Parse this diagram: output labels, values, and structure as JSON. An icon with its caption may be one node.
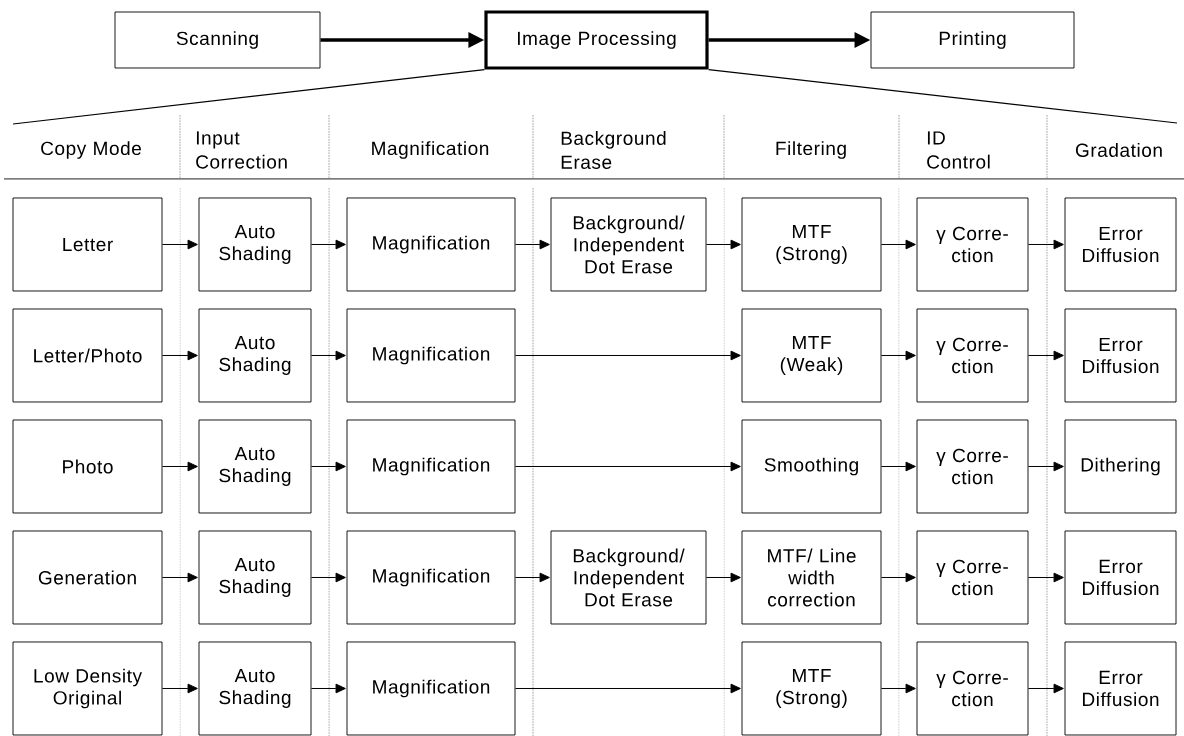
{
  "diagram": {
    "nodes": [
      {
        "text": [
          "Scanning"
        ]
      },
      {
        "text": [
          "Image Processing"
        ]
      },
      {
        "text": [
          "Printing"
        ]
      },
      {
        "text": [
          "Letter"
        ]
      },
      {
        "text": [
          "Auto Shading"
        ]
      },
      {
        "text": [
          "Magnification"
        ]
      },
      {
        "text": [
          "Background/ Independent Dot Erase"
        ]
      },
      {
        "text": [
          "MTF (Strong)"
        ]
      },
      {
        "text": [
          "γ Corre- ction"
        ]
      },
      {
        "text": [
          "Error Diffusion"
        ]
      },
      {
        "text": [
          "Letter/Photo"
        ]
      },
      {
        "text": [
          "Auto Shading"
        ]
      },
      {
        "text": [
          "Magnification"
        ]
      },
      {
        "text": [
          "MTF (Weak)"
        ]
      },
      {
        "text": [
          "γ Corre- ction"
        ]
      },
      {
        "text": [
          "Error Diffusion"
        ]
      },
      {
        "text": [
          "Photo"
        ]
      },
      {
        "text": [
          "Auto Shading"
        ]
      },
      {
        "text": [
          "Magnification"
        ]
      },
      {
        "text": [
          "Smoothing"
        ]
      },
      {
        "text": [
          "γ Corre- ction"
        ]
      },
      {
        "text": [
          "Dithering"
        ]
      },
      {
        "text": [
          "Generation"
        ]
      },
      {
        "text": [
          "Auto Shading"
        ]
      },
      {
        "text": [
          "Magnification"
        ]
      },
      {
        "text": [
          "Background/ Independent Dot Erase"
        ]
      },
      {
        "text": [
          "MTF/ Line width correction"
        ]
      },
      {
        "text": [
          "γ Corre- ction"
        ]
      },
      {
        "text": [
          "Error Diffusion"
        ]
      },
      {
        "text": [
          "Low Density Original"
        ]
      },
      {
        "text": [
          "Auto Shading"
        ]
      },
      {
        "text": [
          "Magnification"
        ]
      },
      {
        "text": [
          "MTF (Strong)"
        ]
      },
      {
        "text": [
          "γ Corre- ction"
        ]
      },
      {
        "text": [
          "Error Diffusion"
        ]
      }
    ],
    "edges": [
      {
        "from": 0,
        "to": 1,
        "arrow": "to",
        "style": "thick"
      },
      {
        "from": 1,
        "to": 2,
        "arrow": "to",
        "style": "thick"
      },
      {
        "from": 3,
        "to": 4,
        "arrow": "to"
      },
      {
        "from": 4,
        "to": 5,
        "arrow": "to"
      },
      {
        "from": 5,
        "to": 6,
        "arrow": "to"
      },
      {
        "from": 6,
        "to": 7,
        "arrow": "to"
      },
      {
        "from": 7,
        "to": 8,
        "arrow": "to"
      },
      {
        "from": 8,
        "to": 9,
        "arrow": "to"
      },
      {
        "from": 10,
        "to": 11,
        "arrow": "to"
      },
      {
        "from": 11,
        "to": 12,
        "arrow": "to"
      },
      {
        "from": 12,
        "to": 13,
        "arrow": "to"
      },
      {
        "from": 13,
        "to": 14,
        "arrow": "to"
      },
      {
        "from": 14,
        "to": 15,
        "arrow": "to"
      },
      {
        "from": 16,
        "to": 17,
        "arrow": "to"
      },
      {
        "from": 17,
        "to": 18,
        "arrow": "to"
      },
      {
        "from": 18,
        "to": 19,
        "arrow": "to"
      },
      {
        "from": 19,
        "to": 20,
        "arrow": "to"
      },
      {
        "from": 20,
        "to": 21,
        "arrow": "to"
      },
      {
        "from": 22,
        "to": 23,
        "arrow": "to"
      },
      {
        "from": 23,
        "to": 24,
        "arrow": "to"
      },
      {
        "from": 24,
        "to": 25,
        "arrow": "to"
      },
      {
        "from": 25,
        "to": 26,
        "arrow": "to"
      },
      {
        "from": 26,
        "to": 27,
        "arrow": "to"
      },
      {
        "from": 27,
        "to": 28,
        "arrow": "to"
      },
      {
        "from": 29,
        "to": 30,
        "arrow": "to"
      },
      {
        "from": 30,
        "to": 31,
        "arrow": "to"
      },
      {
        "from": 31,
        "to": 32,
        "arrow": "to"
      },
      {
        "from": 32,
        "to": 33,
        "arrow": "to"
      },
      {
        "from": 33,
        "to": 34,
        "arrow": "to"
      }
    ],
    "labels": [
      "Copy Mode",
      "Input Correction",
      "Magnification",
      "Background Erase",
      "Filtering",
      "ID Control",
      "Gradation"
    ]
  }
}
